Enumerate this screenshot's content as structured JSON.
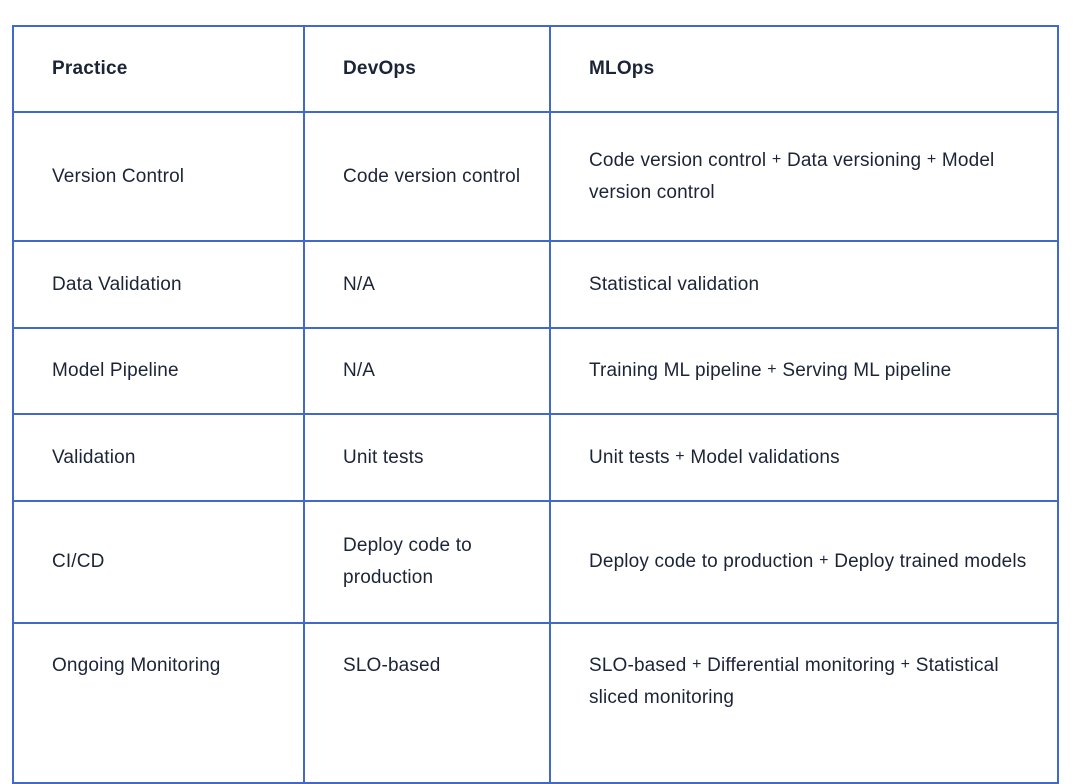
{
  "document": {
    "kind": "comparison-table",
    "background_color": "#ffffff",
    "border_color": "#4169c9",
    "text_color": "#1c2438"
  },
  "table": {
    "columns": [
      {
        "key": "practice",
        "label": "Practice"
      },
      {
        "key": "devops",
        "label": "DevOps"
      },
      {
        "key": "mlops",
        "label": "MLOps"
      }
    ],
    "rows": [
      {
        "practice": "Version Control",
        "devops": "Code version control",
        "mlops": "Code version control + Data versioning + Model version control"
      },
      {
        "practice": "Data Validation",
        "devops": "N/A",
        "mlops": "Statistical validation"
      },
      {
        "practice": "Model Pipeline",
        "devops": "N/A",
        "mlops": "Training ML pipeline + Serving ML pipeline"
      },
      {
        "practice": "Validation",
        "devops": "Unit tests",
        "mlops": "Unit tests + Model validations"
      },
      {
        "practice": "CI/CD",
        "devops": "Deploy code to production",
        "mlops": "Deploy code to production + Deploy trained models"
      },
      {
        "practice": "Ongoing Monitoring",
        "devops": "SLO-based",
        "mlops": "SLO-based + Differential monitoring + Statistical sliced monitoring"
      }
    ]
  }
}
